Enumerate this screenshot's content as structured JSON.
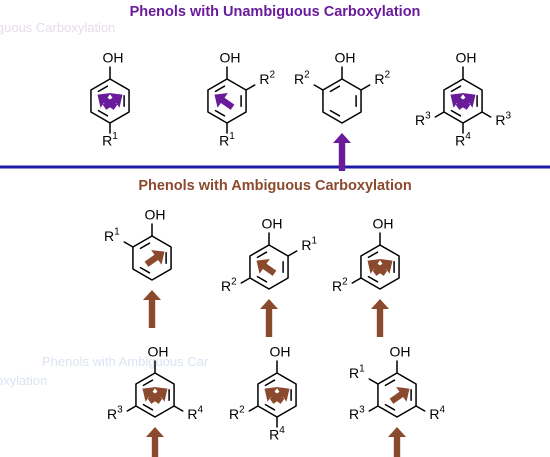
{
  "colors": {
    "purple": "#6a1b9a",
    "brown": "#8b4a2e",
    "divider": "#1c1ca8",
    "ghost_text": "#e6dcec",
    "ghost_text_lower": "#dde3f3"
  },
  "sections": {
    "unambiguous": {
      "title": "Phenols with Unambiguous Carboxylation"
    },
    "ambiguous": {
      "title": "Phenols with Ambiguous Carboxylation"
    }
  },
  "ghost": {
    "top_line": "iguous Carboxylation",
    "bottom_line1": "Phenols with Ambiguous Car",
    "bottom_line2": "oxylation"
  },
  "chem": {
    "oh": "OH",
    "r": "R",
    "s1": "1",
    "s2": "2",
    "s3": "3",
    "s4": "4"
  },
  "icons": {
    "arrow": "carboxylation-site-arrow-icon",
    "ring": "benzene-ring-icon"
  }
}
